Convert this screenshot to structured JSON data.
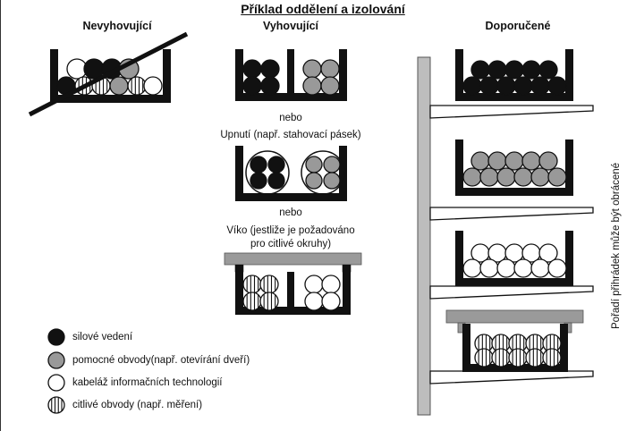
{
  "title": "Příklad oddělení a izolování",
  "columns": {
    "non_compliant": "Nevyhovující",
    "compliant": "Vyhovující",
    "recommended": "Doporučené"
  },
  "labels": {
    "or_1": "nebo",
    "strapping": "Upnutí (např. stahovací pásek)",
    "or_2": "nebo",
    "lid_line1": "Víko (jestliže je požadováno",
    "lid_line2": "pro citlivé okruhy)",
    "tray_order_note": "Pořadí přihrádek může být obrácené"
  },
  "legend": [
    {
      "key": "power",
      "label": "silové vedení",
      "fill": "#111111"
    },
    {
      "key": "auxiliary",
      "label": "pomocné obvody(např. otevírání dveří)",
      "fill": "#999999"
    },
    {
      "key": "it",
      "label": "kabeláž informačních technologií",
      "fill": "#ffffff"
    },
    {
      "key": "sensitive",
      "label": "citlivé obvody (např. měření)",
      "fill": "striped"
    }
  ],
  "colors": {
    "ink": "#111111",
    "grey": "#999999",
    "lid": "#9a9a9a",
    "post": "#bdbdbd"
  }
}
